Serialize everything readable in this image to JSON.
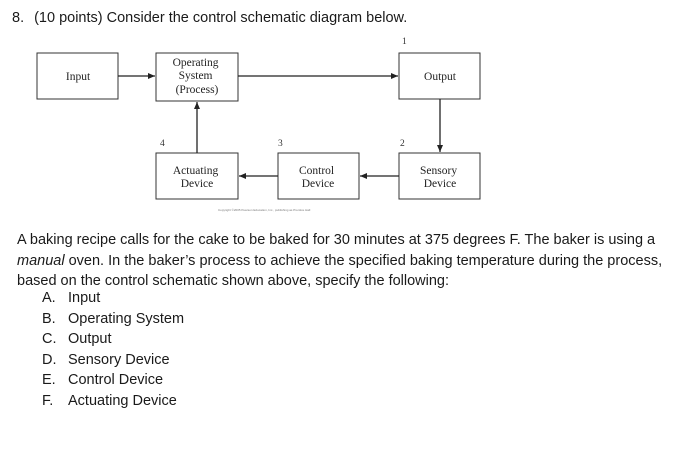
{
  "question": {
    "number": "8.",
    "points": "(10 points)",
    "prompt": "Consider the control schematic diagram below."
  },
  "diagram": {
    "boxes": {
      "input": [
        "Input"
      ],
      "operating_system": [
        "Operating",
        "System",
        "(Process)"
      ],
      "output": [
        "Output"
      ],
      "actuating_device": [
        "Actuating",
        "Device"
      ],
      "control_device": [
        "Control",
        "Device"
      ],
      "sensory_device": [
        "Sensory",
        "Device"
      ]
    },
    "numbers": {
      "n1": "1",
      "n2": "2",
      "n3": "3",
      "n4": "4"
    },
    "copyright": "Copyright ©2005 Pearson Education, Inc., publishing as Prentice Hall"
  },
  "paragraph": {
    "part1": "A baking recipe calls for the cake to be baked for 30 minutes at 375 degrees F. The baker is using a ",
    "emphasis": "manual",
    "part2": " oven. In the baker’s process to achieve the specified baking temperature during the process, based on the control schematic shown above, specify the following:"
  },
  "options": [
    {
      "letter": "A.",
      "text": "Input"
    },
    {
      "letter": "B.",
      "text": "Operating System"
    },
    {
      "letter": "C.",
      "text": "Output"
    },
    {
      "letter": "D.",
      "text": "Sensory Device"
    },
    {
      "letter": "E.",
      "text": "Control Device"
    },
    {
      "letter": "F.",
      "text": "Actuating Device"
    }
  ]
}
